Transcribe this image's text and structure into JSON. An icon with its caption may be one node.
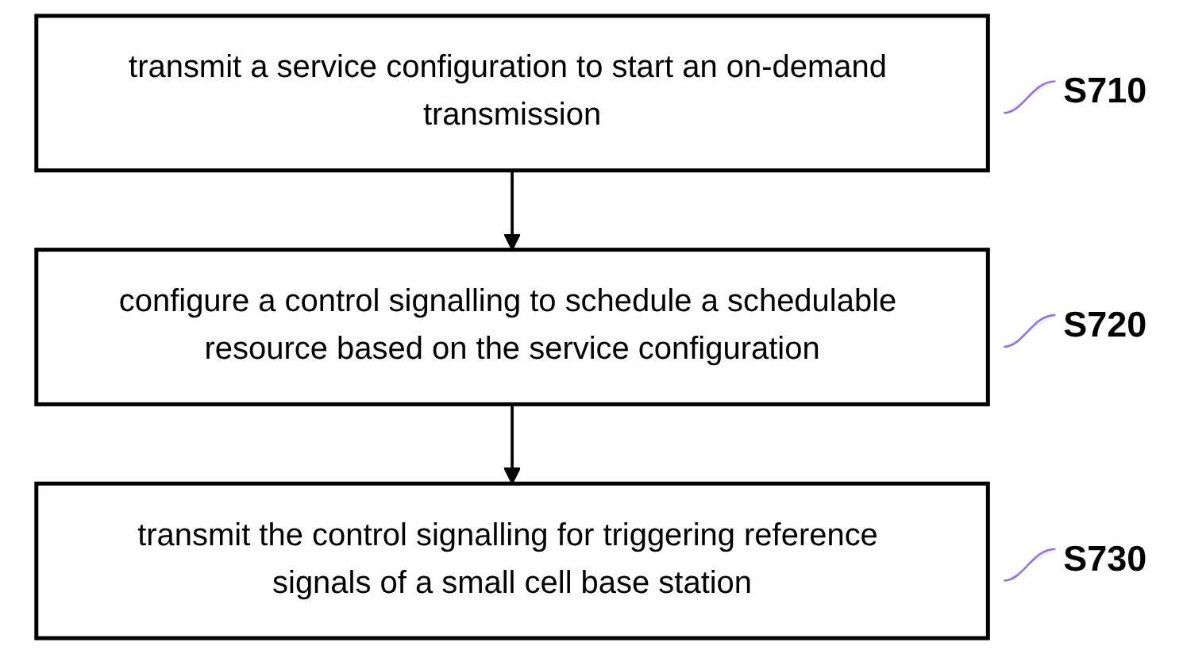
{
  "diagram": {
    "nodes": [
      {
        "text": [
          "transmit a service configuration to start an on-demand transmission"
        ],
        "beside": [
          "S710"
        ]
      },
      {
        "text": [
          "configure a control signalling to schedule a schedulable resource based on the service configuration"
        ],
        "beside": [
          "S720"
        ]
      },
      {
        "text": [
          "transmit the control signalling for triggering reference signals of a small cell base station"
        ],
        "beside": [
          "S730"
        ]
      }
    ],
    "edges": [
      {
        "from": 0,
        "to": 1,
        "arrow": "to"
      },
      {
        "from": 1,
        "to": 2,
        "arrow": "to"
      }
    ]
  }
}
